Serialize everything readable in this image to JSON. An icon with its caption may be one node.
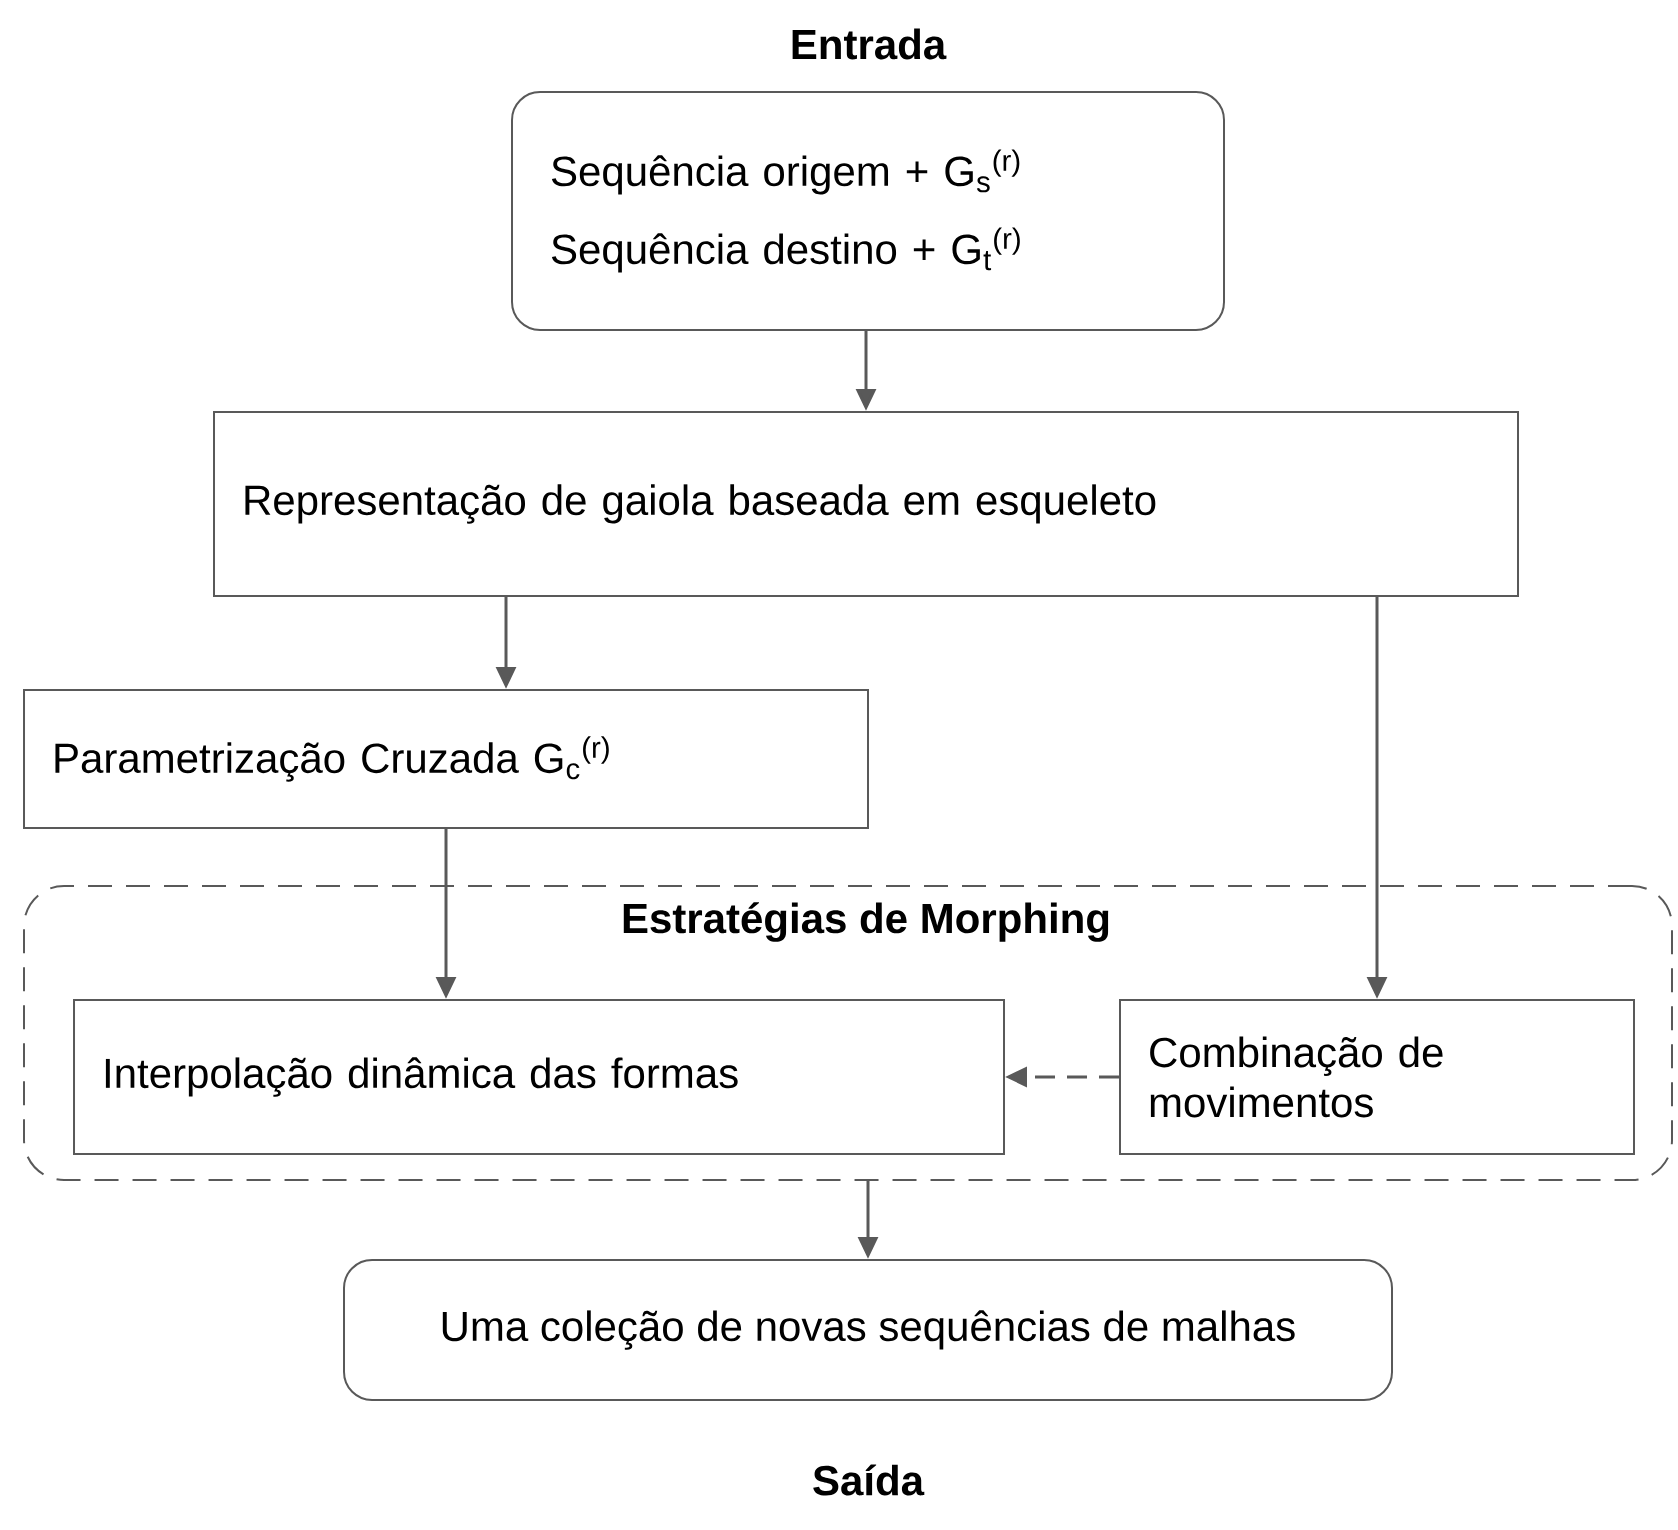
{
  "diagram": {
    "nodes": [
      {
        "text": [
          "Entrada",
          "Sequência origem + G$_{s}$$^{(r)}$",
          "Sequência destino + G$_{t}$$^{(r)}$"
        ]
      },
      {
        "text": [
          "Representação de gaiola baseada em esqueleto"
        ]
      },
      {
        "text": [
          "Parametrização Cruzada G$_{c}$$^{(r)}$"
        ]
      },
      {
        "text": [
          "Estratégias de Morphing"
        ]
      },
      {
        "text": [
          "Interpolação dinâmica das formas"
        ],
        "in": 3
      },
      {
        "text": [
          "Combinação de movimentos"
        ],
        "in": 3
      },
      {
        "text": [
          "Uma coleção de novas sequências de malhas",
          "Saída"
        ]
      }
    ],
    "edges": [
      {
        "from": 0,
        "to": 1,
        "arrow": "to"
      },
      {
        "from": 1,
        "to": 2,
        "arrow": "to"
      },
      {
        "from": 1,
        "to": 5,
        "arrow": "to"
      },
      {
        "from": 2,
        "to": 4,
        "arrow": "to"
      },
      {
        "from": 5,
        "to": 4,
        "arrow": "to",
        "style": "dashed"
      },
      {
        "from": 3,
        "to": 6,
        "arrow": "to"
      }
    ]
  }
}
